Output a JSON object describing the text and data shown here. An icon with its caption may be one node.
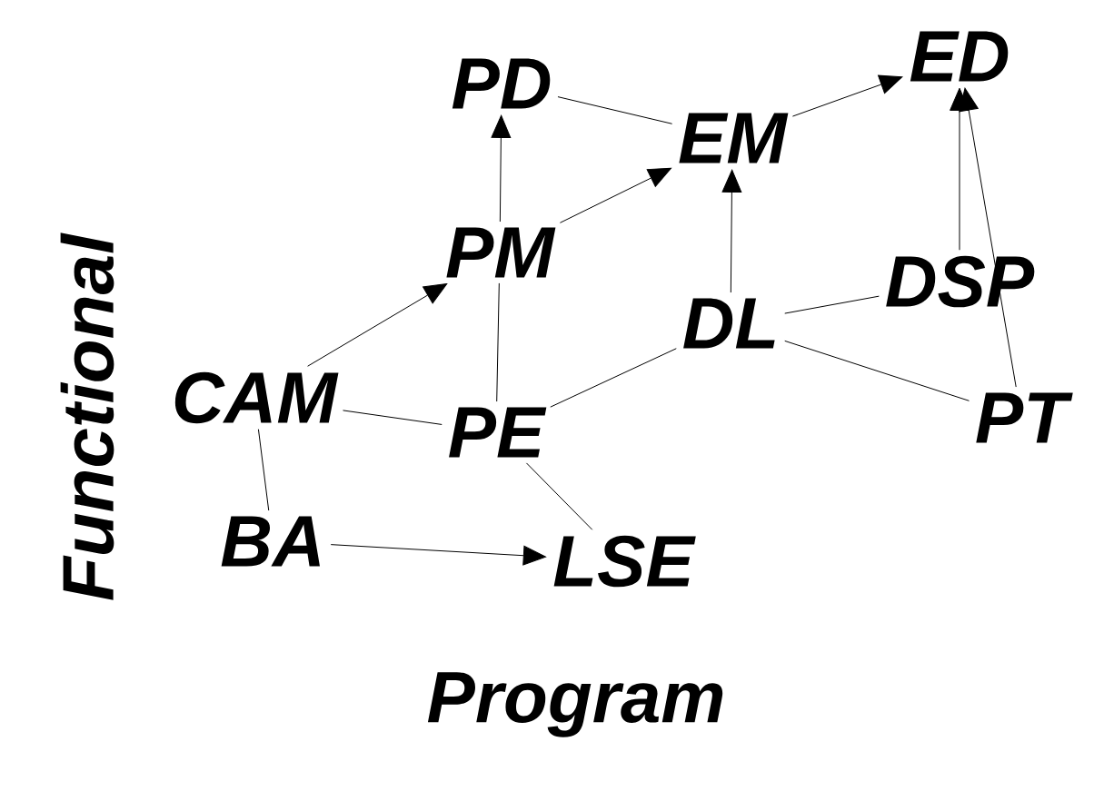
{
  "diagram": {
    "nodes": [
      {
        "text": [
          "PD"
        ]
      },
      {
        "text": [
          "EM"
        ]
      },
      {
        "text": [
          "ED"
        ]
      },
      {
        "text": [
          "PM"
        ]
      },
      {
        "text": [
          "DSP"
        ]
      },
      {
        "text": [
          "DL"
        ]
      },
      {
        "text": [
          "CAM"
        ]
      },
      {
        "text": [
          "PE"
        ]
      },
      {
        "text": [
          "PT"
        ]
      },
      {
        "text": [
          "BA"
        ]
      },
      {
        "text": [
          "LSE"
        ]
      }
    ],
    "edges": [
      {
        "from": 3,
        "to": 0,
        "arrow": "to"
      },
      {
        "from": 0,
        "to": 1,
        "arrow": "none"
      },
      {
        "from": 3,
        "to": 1,
        "arrow": "to"
      },
      {
        "from": 1,
        "to": 2,
        "arrow": "to"
      },
      {
        "from": 5,
        "to": 1,
        "arrow": "to"
      },
      {
        "from": 4,
        "to": 2,
        "arrow": "to"
      },
      {
        "from": 8,
        "to": 2,
        "arrow": "to"
      },
      {
        "from": 5,
        "to": 4,
        "arrow": "none"
      },
      {
        "from": 5,
        "to": 8,
        "arrow": "none"
      },
      {
        "from": 6,
        "to": 3,
        "arrow": "to"
      },
      {
        "from": 6,
        "to": 7,
        "arrow": "none"
      },
      {
        "from": 7,
        "to": 3,
        "arrow": "none"
      },
      {
        "from": 7,
        "to": 5,
        "arrow": "none"
      },
      {
        "from": 6,
        "to": 9,
        "arrow": "none"
      },
      {
        "from": 7,
        "to": 10,
        "arrow": "none"
      },
      {
        "from": 9,
        "to": 10,
        "arrow": "to"
      }
    ],
    "labels": [
      "Functional",
      "Program"
    ]
  }
}
